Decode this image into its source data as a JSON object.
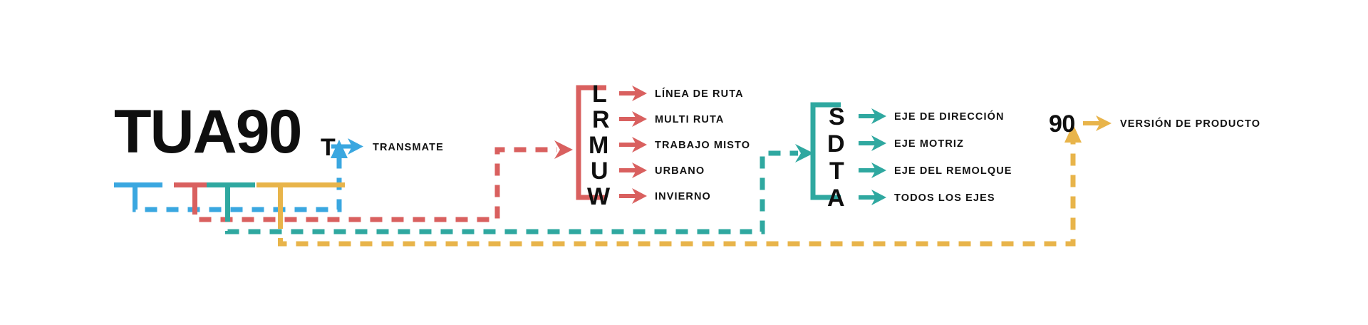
{
  "diagram": {
    "title_code": "TUA90",
    "colors": {
      "blue": "#3aa7e0",
      "red": "#d9605f",
      "teal": "#2fa8a0",
      "yellow": "#e8b44a",
      "text": "#121212"
    },
    "groups": [
      {
        "id": "brand",
        "color_key": "blue",
        "source_char": "T",
        "lead_letter": "T",
        "items": [
          {
            "glyph": "T",
            "label": "TRANSMATE"
          }
        ]
      },
      {
        "id": "application",
        "color_key": "red",
        "source_char": "U",
        "items": [
          {
            "glyph": "L",
            "label": "LÍNEA DE RUTA"
          },
          {
            "glyph": "R",
            "label": "MULTI RUTA"
          },
          {
            "glyph": "M",
            "label": "TRABAJO MISTO"
          },
          {
            "glyph": "U",
            "label": "URBANO"
          },
          {
            "glyph": "W",
            "label": "INVIERNO"
          }
        ]
      },
      {
        "id": "axle",
        "color_key": "teal",
        "source_char": "A",
        "items": [
          {
            "glyph": "S",
            "label": "EJE DE DIRECCIÓN"
          },
          {
            "glyph": "D",
            "label": "EJE MOTRIZ"
          },
          {
            "glyph": "T",
            "label": "EJE DEL REMOLQUE"
          },
          {
            "glyph": "A",
            "label": "TODOS LOS EJES"
          }
        ]
      },
      {
        "id": "version",
        "color_key": "yellow",
        "source_char": "90",
        "items": [
          {
            "glyph": "90",
            "label": "VERSIÓN DE PRODUCTO"
          }
        ]
      }
    ]
  }
}
